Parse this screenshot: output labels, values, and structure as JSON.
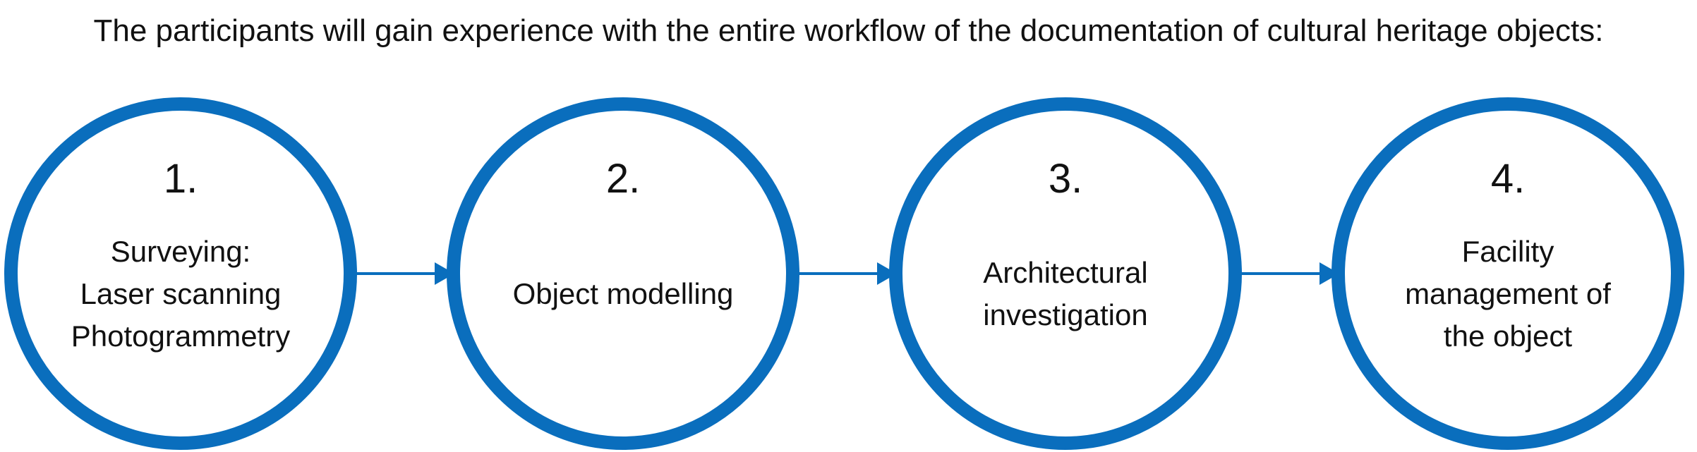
{
  "intro": "The participants will gain experience with the entire workflow of the documentation of cultural heritage objects:",
  "accent_color": "#0A6EBD",
  "steps": [
    {
      "number": "1.",
      "lines": [
        "Surveying:",
        "Laser scanning",
        "Photogrammetry"
      ]
    },
    {
      "number": "2.",
      "lines": [
        "Object modelling"
      ]
    },
    {
      "number": "3.",
      "lines": [
        "Architectural",
        "investigation"
      ]
    },
    {
      "number": "4.",
      "lines": [
        "Facility",
        "management of",
        "the object"
      ]
    }
  ]
}
